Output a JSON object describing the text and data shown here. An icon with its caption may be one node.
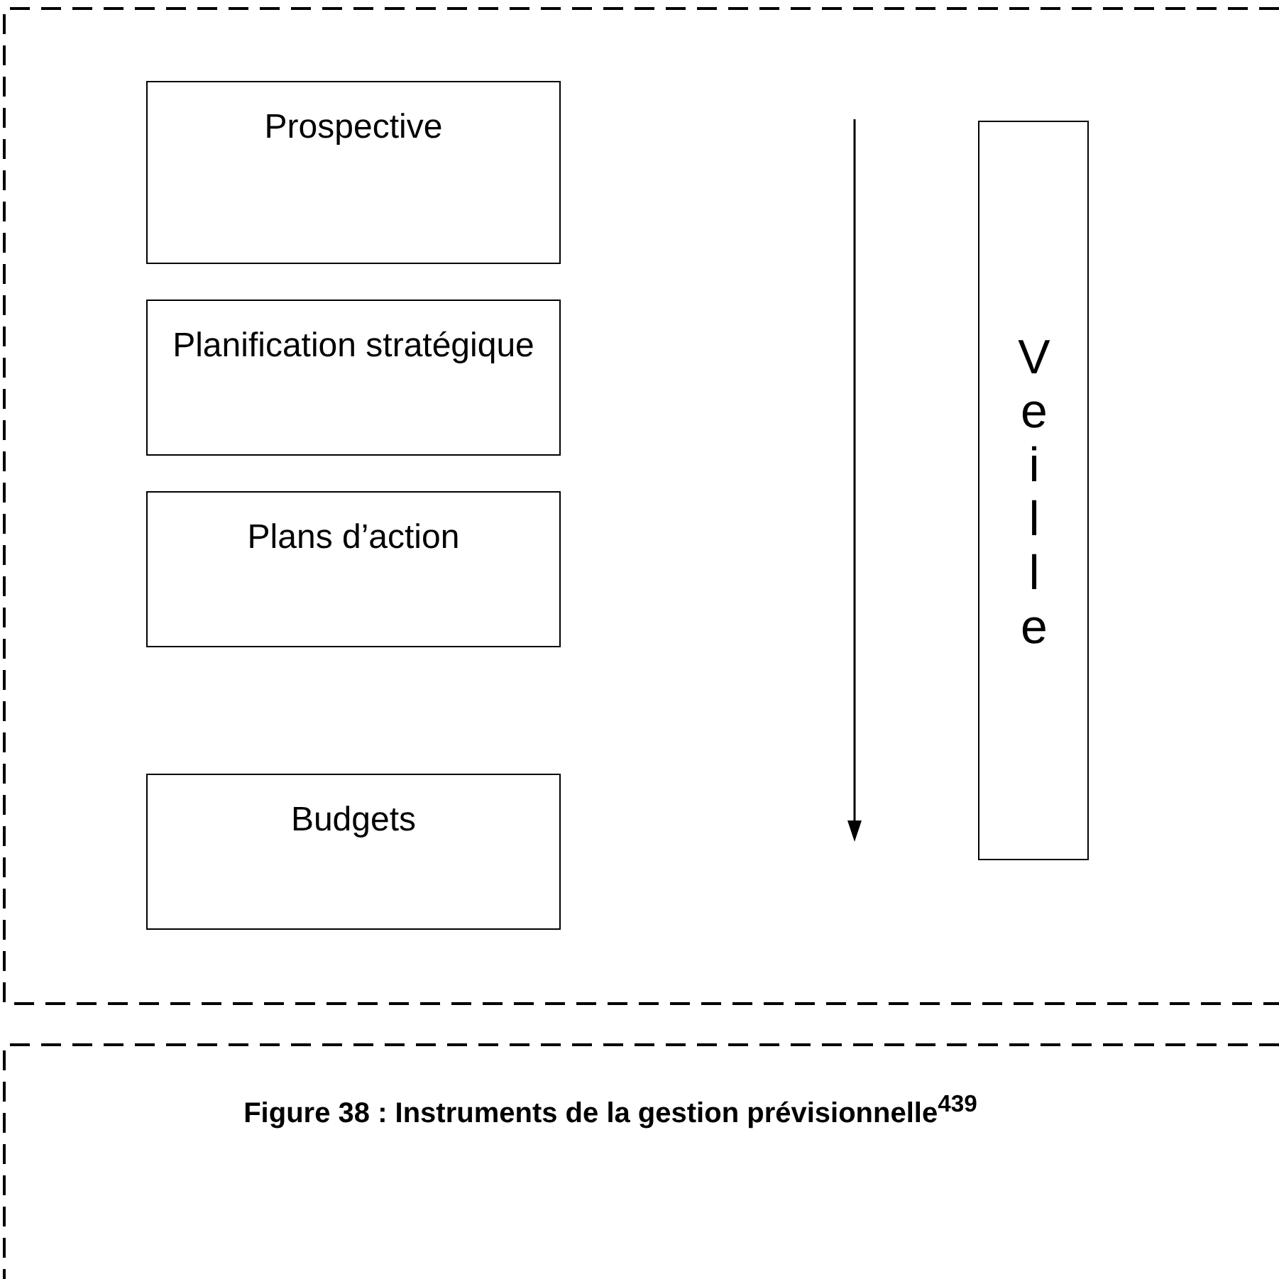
{
  "diagram": {
    "caption": "Figure 38 : Instruments de la gestion prévisionnelle$^{439}$",
    "nodes": [
      {
        "text": [
          "Prospective"
        ]
      },
      {
        "text": [
          "Planification stratégique"
        ]
      },
      {
        "text": [
          "Plans d’action"
        ]
      },
      {
        "text": [
          "Budgets"
        ]
      },
      {
        "text": [
          "Veille"
        ]
      }
    ]
  }
}
